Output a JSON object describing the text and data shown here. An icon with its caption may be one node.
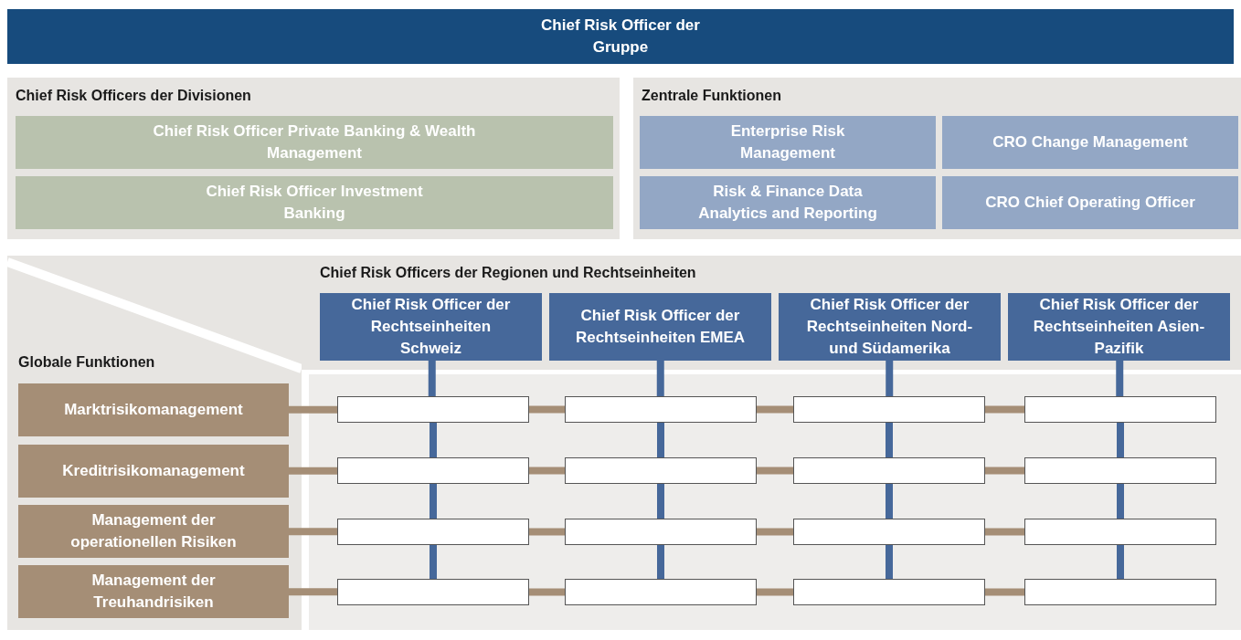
{
  "diagram": {
    "nodes": [
      {
        "text": [
          "Chief Risk Officer der Gruppe"
        ]
      },
      {
        "text": [
          "Chief Risk Officers der Divisionen"
        ]
      },
      {
        "text": [
          "Chief Risk Officer Private Banking & Wealth Management"
        ],
        "in": 1
      },
      {
        "text": [
          "Chief Risk Officer Investment Banking"
        ],
        "in": 1
      },
      {
        "text": [
          "Zentrale Funktionen"
        ]
      },
      {
        "text": [
          "Enterprise Risk Management"
        ],
        "in": 4
      },
      {
        "text": [
          "CRO Change Management"
        ],
        "in": 4
      },
      {
        "text": [
          "Risk & Finance Data Analytics and Reporting"
        ],
        "in": 4
      },
      {
        "text": [
          "CRO Chief Operating Officer"
        ],
        "in": 4
      },
      {
        "text": [
          "Chief Risk Officers der Regionen und Rechtseinheiten"
        ]
      },
      {
        "text": [
          "Chief Risk Officer der Rechtseinheiten Schweiz"
        ],
        "in": 9
      },
      {
        "text": [
          "Chief Risk Officer der Rechtseinheiten EMEA"
        ],
        "in": 9
      },
      {
        "text": [
          "Chief Risk Officer der Rechtseinheiten Nord- und Südamerika"
        ],
        "in": 9
      },
      {
        "text": [
          "Chief Risk Officer der Rechtseinheiten Asien-Pazifik"
        ],
        "in": 9
      },
      {
        "text": [
          "Globale Funktionen"
        ]
      },
      {
        "text": [
          "Marktrisikomanagement"
        ],
        "in": 14
      },
      {
        "text": [
          "Kreditrisikomanagement"
        ],
        "in": 14
      },
      {
        "text": [
          "Management der operationellen Risiken"
        ],
        "in": 14
      },
      {
        "text": [
          "Management der Treuhandrisiken"
        ],
        "in": 14
      },
      {
        "text": [],
        "shape": "box"
      },
      {
        "text": [],
        "shape": "box",
        "in": 19
      },
      {
        "text": [],
        "shape": "box",
        "in": 19
      },
      {
        "text": [],
        "shape": "box",
        "in": 19
      },
      {
        "text": [],
        "shape": "box",
        "in": 19
      },
      {
        "text": [],
        "shape": "box",
        "in": 19
      },
      {
        "text": [],
        "shape": "box",
        "in": 19
      },
      {
        "text": [],
        "shape": "box",
        "in": 19
      },
      {
        "text": [],
        "shape": "box",
        "in": 19
      },
      {
        "text": [],
        "shape": "box",
        "in": 19
      },
      {
        "text": [],
        "shape": "box",
        "in": 19
      },
      {
        "text": [],
        "shape": "box",
        "in": 19
      },
      {
        "text": [],
        "shape": "box",
        "in": 19
      },
      {
        "text": [],
        "shape": "box",
        "in": 19
      },
      {
        "text": [],
        "shape": "box",
        "in": 19
      },
      {
        "text": [],
        "shape": "box",
        "in": 19
      },
      {
        "text": [],
        "shape": "box",
        "in": 19
      }
    ],
    "edges": [
      {
        "from": 10,
        "to": 20,
        "arrow": "none",
        "color": "#46689a"
      },
      {
        "from": 20,
        "to": 24,
        "arrow": "none",
        "color": "#46689a"
      },
      {
        "from": 24,
        "to": 28,
        "arrow": "none",
        "color": "#46689a"
      },
      {
        "from": 28,
        "to": 32,
        "arrow": "none",
        "color": "#46689a"
      },
      {
        "from": 11,
        "to": 21,
        "arrow": "none",
        "color": "#46689a"
      },
      {
        "from": 21,
        "to": 25,
        "arrow": "none",
        "color": "#46689a"
      },
      {
        "from": 25,
        "to": 29,
        "arrow": "none",
        "color": "#46689a"
      },
      {
        "from": 29,
        "to": 33,
        "arrow": "none",
        "color": "#46689a"
      },
      {
        "from": 12,
        "to": 22,
        "arrow": "none",
        "color": "#46689a"
      },
      {
        "from": 22,
        "to": 26,
        "arrow": "none",
        "color": "#46689a"
      },
      {
        "from": 26,
        "to": 30,
        "arrow": "none",
        "color": "#46689a"
      },
      {
        "from": 30,
        "to": 34,
        "arrow": "none",
        "color": "#46689a"
      },
      {
        "from": 13,
        "to": 23,
        "arrow": "none",
        "color": "#46689a"
      },
      {
        "from": 23,
        "to": 27,
        "arrow": "none",
        "color": "#46689a"
      },
      {
        "from": 27,
        "to": 31,
        "arrow": "none",
        "color": "#46689a"
      },
      {
        "from": 31,
        "to": 35,
        "arrow": "none",
        "color": "#46689a"
      },
      {
        "from": 15,
        "to": 20,
        "arrow": "none",
        "color": "#a58e76"
      },
      {
        "from": 20,
        "to": 21,
        "arrow": "none",
        "color": "#a58e76"
      },
      {
        "from": 21,
        "to": 22,
        "arrow": "none",
        "color": "#a58e76"
      },
      {
        "from": 22,
        "to": 23,
        "arrow": "none",
        "color": "#a58e76"
      },
      {
        "from": 16,
        "to": 24,
        "arrow": "none",
        "color": "#a58e76"
      },
      {
        "from": 24,
        "to": 25,
        "arrow": "none",
        "color": "#a58e76"
      },
      {
        "from": 25,
        "to": 26,
        "arrow": "none",
        "color": "#a58e76"
      },
      {
        "from": 26,
        "to": 27,
        "arrow": "none",
        "color": "#a58e76"
      },
      {
        "from": 17,
        "to": 28,
        "arrow": "none",
        "color": "#a58e76"
      },
      {
        "from": 28,
        "to": 29,
        "arrow": "none",
        "color": "#a58e76"
      },
      {
        "from": 29,
        "to": 30,
        "arrow": "none",
        "color": "#a58e76"
      },
      {
        "from": 30,
        "to": 31,
        "arrow": "none",
        "color": "#a58e76"
      },
      {
        "from": 18,
        "to": 32,
        "arrow": "none",
        "color": "#a58e76"
      },
      {
        "from": 32,
        "to": 33,
        "arrow": "none",
        "color": "#a58e76"
      },
      {
        "from": 33,
        "to": 34,
        "arrow": "none",
        "color": "#a58e76"
      },
      {
        "from": 34,
        "to": 35,
        "arrow": "none",
        "color": "#a58e76"
      }
    ]
  }
}
